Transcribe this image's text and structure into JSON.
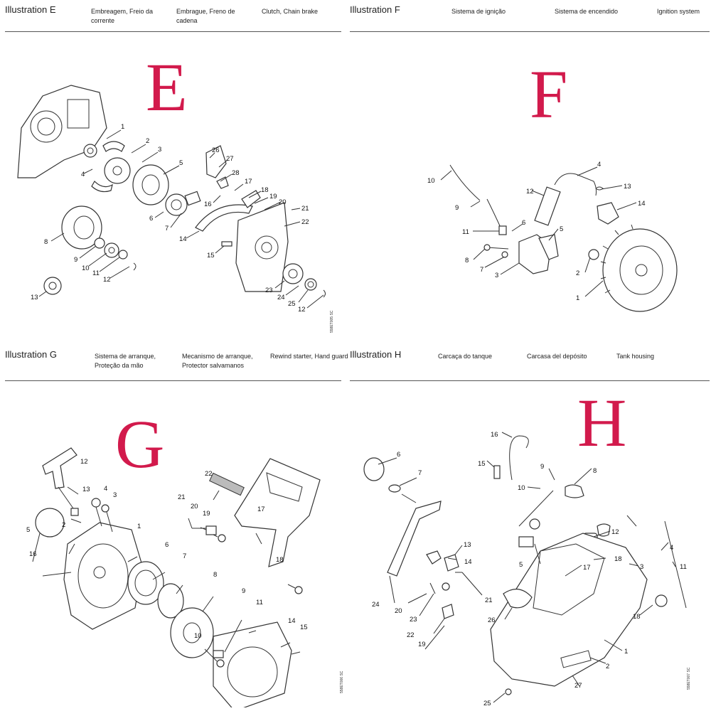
{
  "panels": [
    {
      "id": "E",
      "title": "Illustration  E",
      "columns": [
        "Embreagem, Freio da\ncorrente",
        "Embrague, Freno de\ncadena",
        "Clutch, Chain brake"
      ],
      "letter": "E",
      "code": "558ET005 SC",
      "callouts": [
        "1",
        "2",
        "3",
        "4",
        "5",
        "6",
        "7",
        "8",
        "9",
        "10",
        "11",
        "12",
        "13",
        "14",
        "15",
        "16",
        "17",
        "18",
        "19",
        "20",
        "21",
        "22",
        "23",
        "24",
        "25",
        "12",
        "26",
        "27",
        "28"
      ]
    },
    {
      "id": "F",
      "title": "Illustration  F",
      "columns": [
        "Sistema de ignição",
        "Sistema de encendido",
        "Ignition system"
      ],
      "letter": "F",
      "code": "",
      "callouts": [
        "10",
        "9",
        "11",
        "8",
        "7",
        "3",
        "6",
        "5",
        "12",
        "4",
        "13",
        "14",
        "2",
        "1"
      ]
    },
    {
      "id": "G",
      "title": "Illustration  G",
      "columns": [
        "Sistema de arranque,\nProteção da mão",
        "Mecanismo de arranque,\nProtector salvamanos",
        "Rewind starter, Hand guard"
      ],
      "letter": "G",
      "code": "558ET006 SC",
      "callouts": [
        "12",
        "13",
        "4",
        "3",
        "5",
        "2",
        "1",
        "16",
        "6",
        "7",
        "8",
        "9",
        "11",
        "10",
        "14",
        "15",
        "22",
        "21",
        "20",
        "19",
        "17",
        "18"
      ]
    },
    {
      "id": "H",
      "title": "Illustration  H",
      "columns": [
        "Carcaça do tanque",
        "Carcasa del depósito",
        "Tank housing"
      ],
      "letter": "H",
      "code": "558ET007 SC",
      "callouts": [
        "6",
        "7",
        "16",
        "15",
        "9",
        "8",
        "10",
        "12",
        "14",
        "13",
        "24",
        "20",
        "21",
        "23",
        "22",
        "19",
        "26",
        "18",
        "17",
        "4",
        "3",
        "11",
        "5",
        "18",
        "1",
        "2",
        "27",
        "25"
      ]
    }
  ]
}
